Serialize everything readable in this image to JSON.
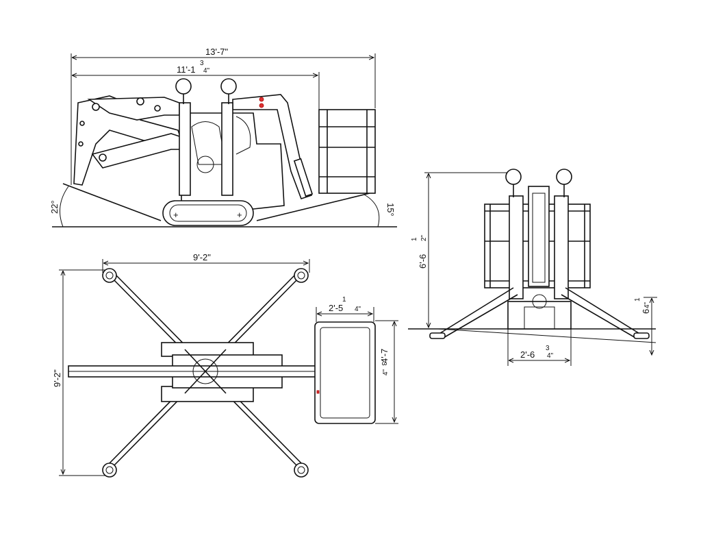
{
  "side_view": {
    "overall_length": "13'-7\"",
    "overall_length_fraction": "3",
    "inner_length": "11'-1",
    "inner_length_fraction": "4\"",
    "left_angle": "22°",
    "right_angle": "15°"
  },
  "top_view": {
    "outrigger_span": "9'-2\"",
    "outrigger_depth": "9'-2\"",
    "basket_width": "2'-5",
    "basket_width_fraction_num": "1",
    "basket_width_fraction_den": "4\"",
    "basket_depth": "4'-7",
    "basket_depth_fraction_num": "3",
    "basket_depth_fraction_den": "4\""
  },
  "front_view": {
    "stowed_height": "6'-6",
    "stowed_height_fraction_num": "1",
    "stowed_height_fraction_den": "2\"",
    "ground_clearance": "6",
    "ground_clearance_fraction_num": "1",
    "ground_clearance_fraction_den": "4\"",
    "track_width": "2'-6",
    "track_width_fraction_num": "3",
    "track_width_fraction_den": "4\""
  },
  "colors": {
    "line": "#111111",
    "accent": "#dd3333"
  }
}
